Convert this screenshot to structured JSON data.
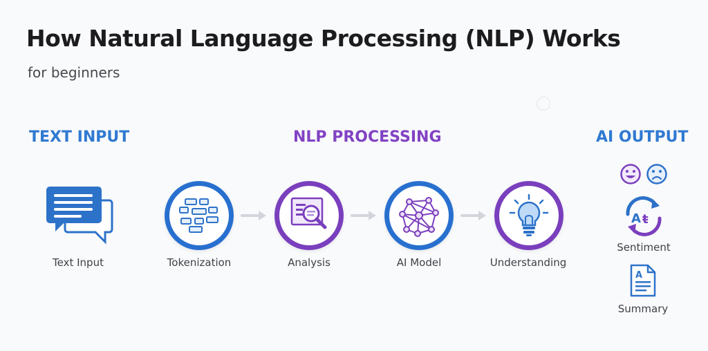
{
  "title": "How Natural Language Processing (NLP) Works",
  "subtitle": "for beginners",
  "sections": {
    "input": "TEXT INPUT",
    "processing": "NLP PROCESSING",
    "output": "AI OUTPUT"
  },
  "labels": {
    "text_input": "Text Input",
    "tokenization": "Tokenization",
    "analysis": "Analysis",
    "ai_model": "AI Model",
    "understanding": "Understanding",
    "sentiment": "Sentiment",
    "summary": "Summary"
  },
  "icons": {
    "text_input": "chat-bubbles-icon",
    "tokenization": "tokens-icon",
    "analysis": "magnifier-document-icon",
    "ai_model": "neural-network-icon",
    "understanding": "lightbulb-icon",
    "happy": "smiley-icon",
    "sad": "sad-face-icon",
    "translate": "translate-cycle-icon",
    "summary": "document-icon"
  },
  "colors": {
    "blue": "#2f79d1",
    "purple": "#8142c3",
    "arrow": "#d6d9df"
  }
}
